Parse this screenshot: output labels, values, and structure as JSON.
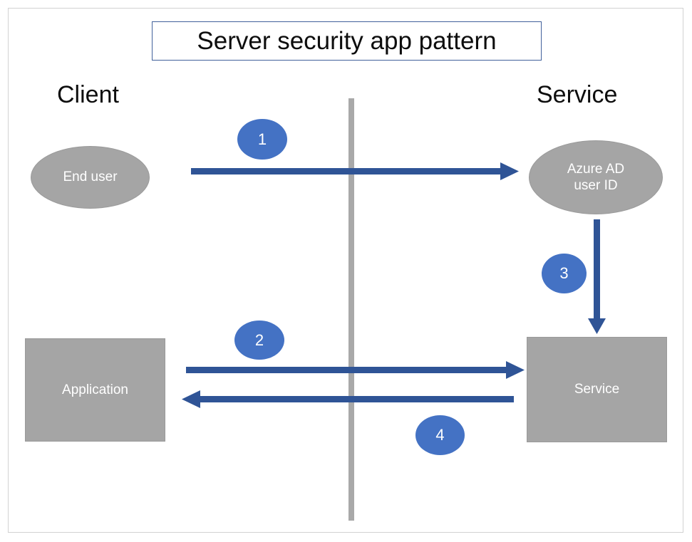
{
  "diagram": {
    "title": "Server security app pattern",
    "columns": {
      "left_label": "Client",
      "right_label": "Service"
    },
    "nodes": [
      {
        "id": "end-user",
        "label": "End user",
        "shape": "ellipse",
        "fill": "#A5A5A5",
        "text_color": "#FFFFFF"
      },
      {
        "id": "azure-ad",
        "label": "Azure AD\nuser ID",
        "shape": "ellipse",
        "fill": "#A5A5A5",
        "text_color": "#FFFFFF"
      },
      {
        "id": "application",
        "label": "Application",
        "shape": "rectangle",
        "fill": "#A5A5A5",
        "text_color": "#FFFFFF"
      },
      {
        "id": "service",
        "label": "Service",
        "shape": "rectangle",
        "fill": "#A5A5A5",
        "text_color": "#FFFFFF"
      }
    ],
    "node_labels": {
      "end_user": "End user",
      "azure_ad_line1": "Azure AD",
      "azure_ad_line2": "user ID",
      "application": "Application",
      "service": "Service"
    },
    "steps": [
      {
        "number": "1",
        "from": "end-user",
        "to": "azure-ad",
        "direction": "right"
      },
      {
        "number": "2",
        "from": "application",
        "to": "service",
        "direction": "right"
      },
      {
        "number": "3",
        "from": "azure-ad",
        "to": "service",
        "direction": "down"
      },
      {
        "number": "4",
        "from": "service",
        "to": "application",
        "direction": "left"
      }
    ],
    "colors": {
      "badge_blue": "#4472C4",
      "arrow_blue": "#2F5496",
      "shape_gray": "#A5A5A5",
      "divider_gray": "#A9A9A9",
      "frame_gray": "#D2D2D2",
      "title_border": "#41619B",
      "text_dark": "#0D0D0D",
      "background": "#FFFFFF"
    }
  }
}
